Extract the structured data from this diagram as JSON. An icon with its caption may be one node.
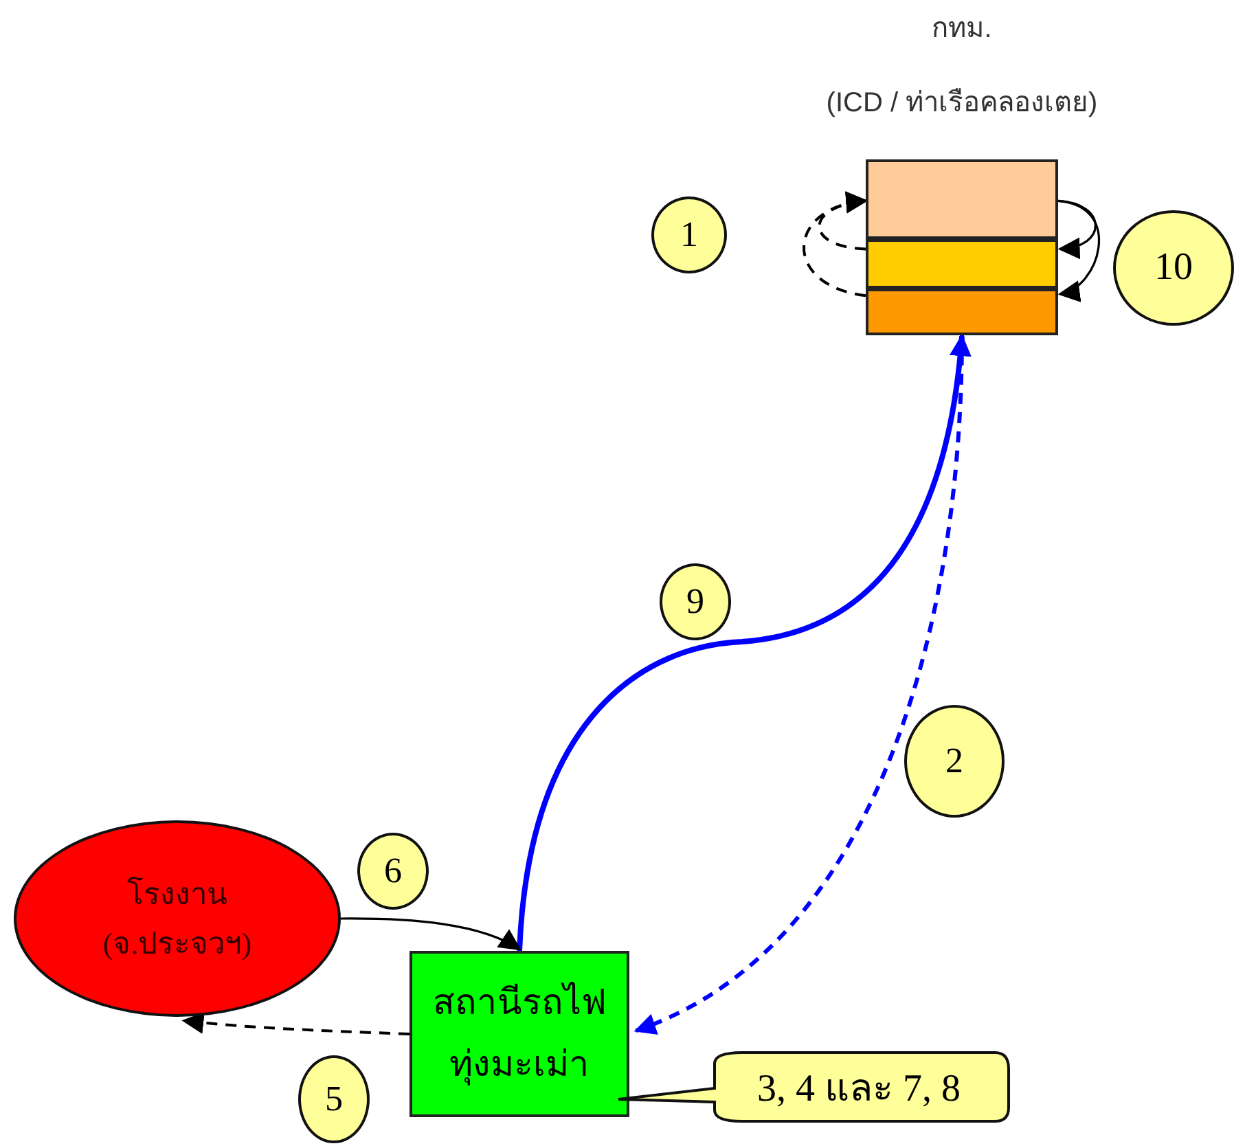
{
  "diagram": {
    "nodes": [
      {
        "text": [
          "กทม.",
          "(ICD / ท่าเรือคลองเตย)"
        ]
      },
      {
        "text": [],
        "shape": "box",
        "in": 0
      },
      {
        "text": [],
        "shape": "box",
        "in": 0
      },
      {
        "text": [],
        "shape": "box",
        "in": 0
      },
      {
        "text": [
          "1"
        ]
      },
      {
        "text": [
          "10"
        ]
      },
      {
        "text": [
          "9"
        ]
      },
      {
        "text": [
          "2"
        ]
      },
      {
        "text": [
          "6"
        ]
      },
      {
        "text": [
          "โรงงาน (จ.ประจวฯ)"
        ]
      },
      {
        "text": [
          "สถานีรถไฟ ทุ่งมะเม่า"
        ]
      },
      {
        "text": [
          "5"
        ]
      },
      {
        "text": [
          "3, 4 และ 7, 8"
        ]
      }
    ],
    "edges": [
      {
        "from": 2,
        "to": 1,
        "arrow": "to",
        "style": "dashed"
      },
      {
        "from": 3,
        "to": 1,
        "arrow": "to",
        "style": "dashed"
      },
      {
        "from": 1,
        "to": 2,
        "arrow": "to"
      },
      {
        "from": 1,
        "to": 3,
        "arrow": "to"
      },
      {
        "from": 10,
        "to": 3,
        "arrow": "to",
        "style": "thick",
        "color": "#0000ff"
      },
      {
        "from": 3,
        "to": 10,
        "arrow": "to",
        "style": "dashed",
        "color": "#0000ff"
      },
      {
        "from": 9,
        "to": 10,
        "arrow": "to"
      },
      {
        "from": 10,
        "to": 9,
        "arrow": "to",
        "style": "dashed"
      }
    ]
  }
}
